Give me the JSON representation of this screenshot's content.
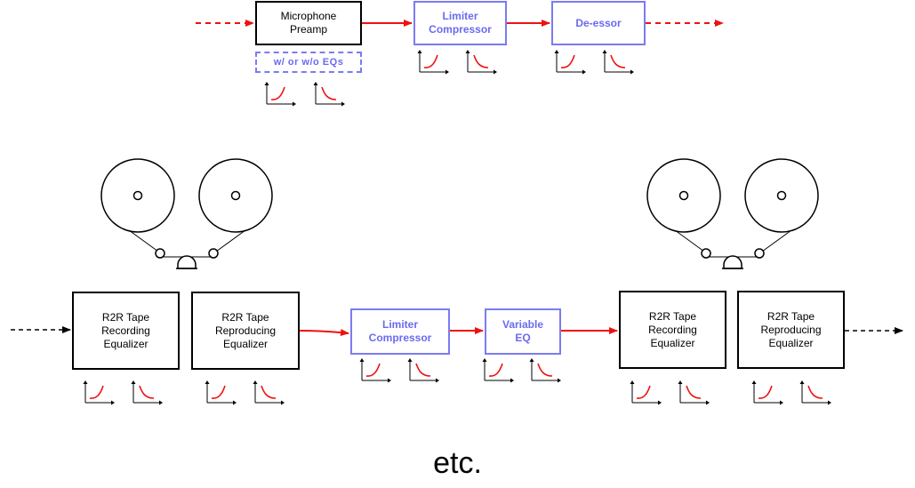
{
  "colors": {
    "signal_arrow": "#ee1111",
    "neutral_arrow": "#000000",
    "processor_border": "#7b7bf2",
    "processor_text": "#6a6af0",
    "curve": "#ee1111"
  },
  "top_chain": {
    "preamp": "Microphone\nPreamp",
    "eq_option": "w/ or w/o EQs",
    "limiter": "Limiter\nCompressor",
    "deesser": "De-essor"
  },
  "bottom_chain": {
    "rec_eq_1": "R2R Tape\nRecording\nEqualizer",
    "rep_eq_1": "R2R Tape\nReproducing\nEqualizer",
    "limiter": "Limiter\nCompressor",
    "variable_eq": "Variable\nEQ",
    "rec_eq_2": "R2R Tape\nRecording\nEqualizer",
    "rep_eq_2": "R2R Tape\nReproducing\nEqualizer"
  },
  "icons": {
    "curve_rising": "eq-curve-rising-icon",
    "curve_falling": "eq-curve-falling-icon",
    "tape_machine": "reel-to-reel-tape-icon"
  },
  "footer": {
    "etc": "etc."
  }
}
